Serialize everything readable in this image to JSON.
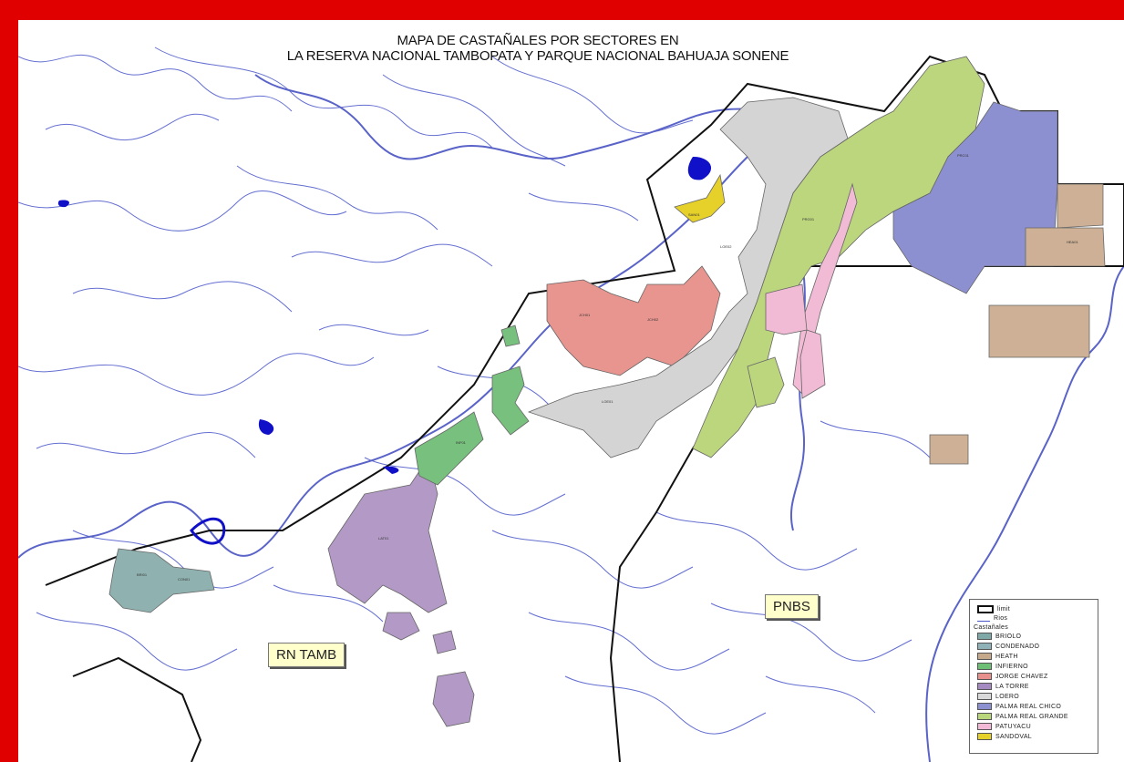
{
  "title_line1": "MAPA DE CASTAÑALES POR SECTORES EN",
  "title_line2": "LA RESERVA NACIONAL TAMBOPATA Y PARQUE NACIONAL BAHUAJA SONENE",
  "labels": {
    "rn_tamb": "RN TAMB",
    "pnbs": "PNBS"
  },
  "legend": {
    "limit": "limit",
    "rivers": "Rios",
    "heading": "Castañales",
    "items": [
      {
        "name": "BRIOLO",
        "color": "#7fa8a8"
      },
      {
        "name": "CONDENADO",
        "color": "#8fb2b8"
      },
      {
        "name": "HEATH",
        "color": "#c6a98a"
      },
      {
        "name": "INFIERNO",
        "color": "#6cbf74"
      },
      {
        "name": "JORGE CHAVEZ",
        "color": "#e8908c"
      },
      {
        "name": "LA TORRE",
        "color": "#a48ac0"
      },
      {
        "name": "LOERO",
        "color": "#d9d9d9"
      },
      {
        "name": "PALMA REAL CHICO",
        "color": "#8c8fd0"
      },
      {
        "name": "PALMA REAL GRANDE",
        "color": "#b9d77a"
      },
      {
        "name": "PATUYACU",
        "color": "#f2b9d6"
      },
      {
        "name": "SANDOVAL",
        "color": "#e6d02a"
      }
    ]
  }
}
